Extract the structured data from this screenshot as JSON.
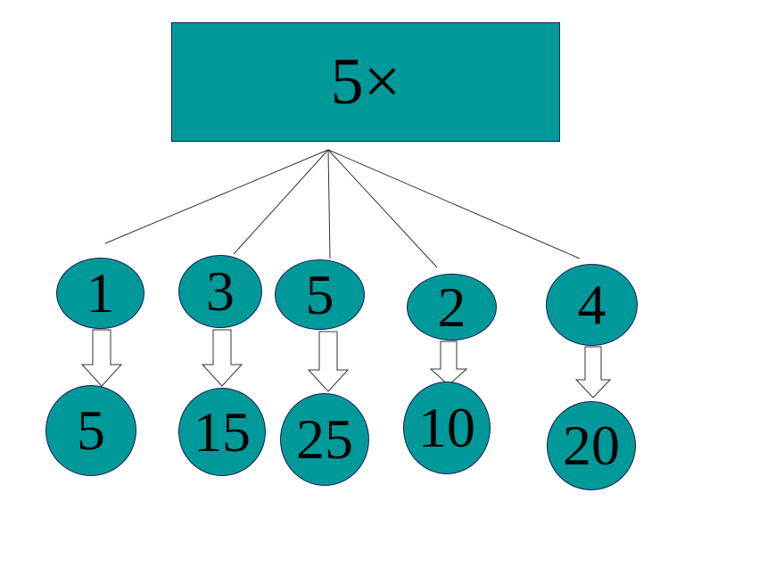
{
  "header": {
    "label": "5×"
  },
  "multipliers": [
    {
      "factor": "1",
      "product": "5"
    },
    {
      "factor": "3",
      "product": "15"
    },
    {
      "factor": "5",
      "product": "25"
    },
    {
      "factor": "2",
      "product": "10"
    },
    {
      "factor": "4",
      "product": "20"
    }
  ],
  "colors": {
    "node_fill": "#009999",
    "node_border": "#1a1a5a",
    "line": "#333333",
    "arrow_fill": "#ffffff"
  }
}
